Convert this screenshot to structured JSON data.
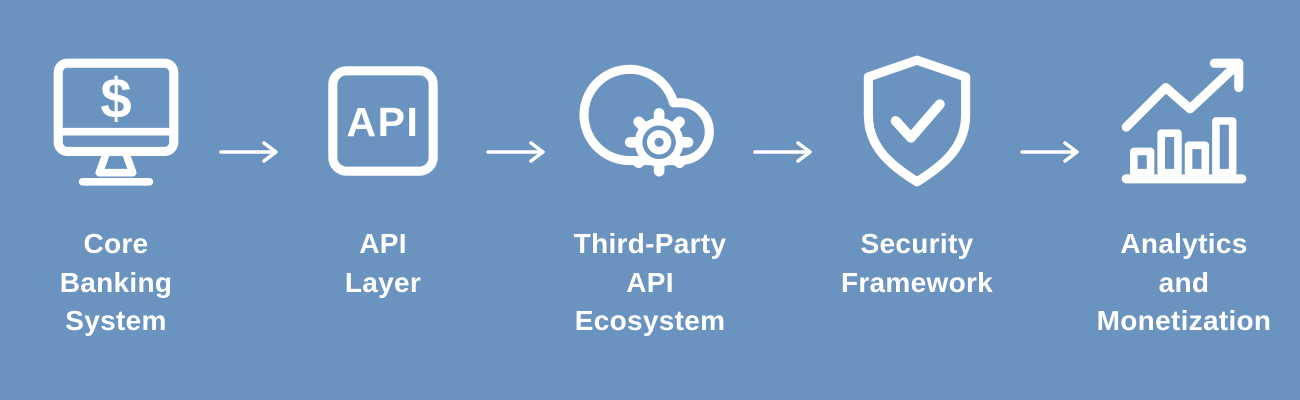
{
  "colors": {
    "background": "#6a93bf",
    "foreground": "#ffffff"
  },
  "diagram": {
    "steps": [
      {
        "id": "core-banking-system",
        "icon": "monitor-dollar-icon",
        "label": "Core\nBanking\nSystem"
      },
      {
        "id": "api-layer",
        "icon": "api-box-icon",
        "label": "API\nLayer"
      },
      {
        "id": "third-party-api-ecosystem",
        "icon": "cloud-gear-icon",
        "label": "Third-Party\nAPI\nEcosystem"
      },
      {
        "id": "security-framework",
        "icon": "shield-check-icon",
        "label": "Security\nFramework"
      },
      {
        "id": "analytics-and-monetization",
        "icon": "growth-chart-icon",
        "label": "Analytics\nand\nMonetization"
      }
    ],
    "icon_texts": {
      "dollar_sign": "$",
      "api": "API"
    },
    "connector_icon": "right-arrow-icon"
  }
}
